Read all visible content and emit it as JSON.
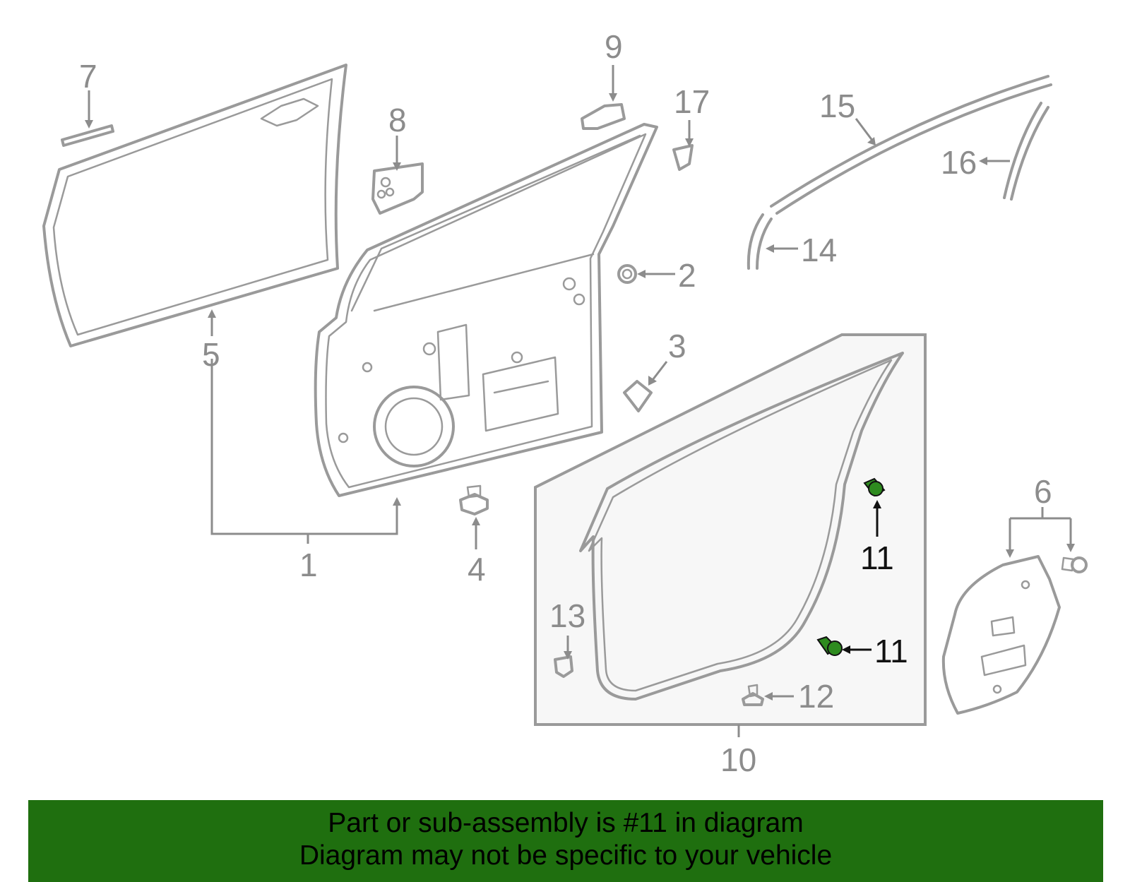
{
  "diagram": {
    "callouts": {
      "c1": "1",
      "c2": "2",
      "c3": "3",
      "c4": "4",
      "c5": "5",
      "c6": "6",
      "c7": "7",
      "c8": "8",
      "c9": "9",
      "c10": "10",
      "c11a": "11",
      "c11b": "11",
      "c12": "12",
      "c13": "13",
      "c14": "14",
      "c15": "15",
      "c16": "16",
      "c17": "17"
    },
    "highlighted_part": "11",
    "colors": {
      "line_art": "#9a9a9a",
      "callout_text": "#8c8c8c",
      "highlight_part": "#2e8b1f",
      "inset_box_fill": "#f7f7f7",
      "banner": "#1f6f0f"
    }
  },
  "banner": {
    "line1": "Part or sub-assembly is #11 in diagram",
    "line2": "Diagram may not be specific to your vehicle"
  }
}
